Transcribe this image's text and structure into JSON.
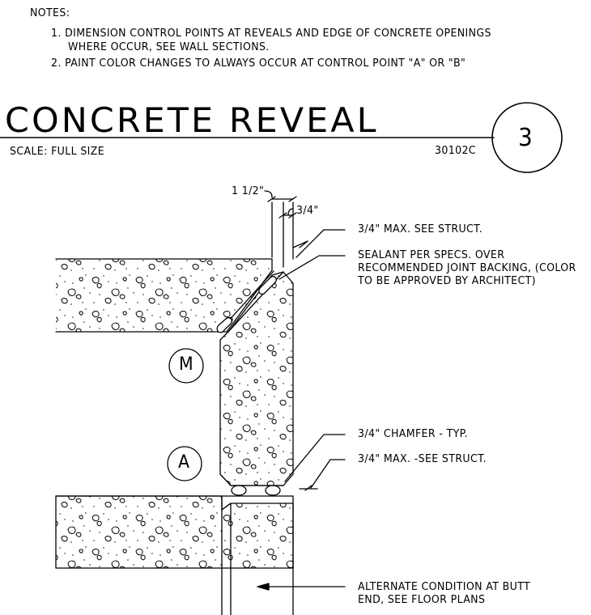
{
  "notes": {
    "heading": "NOTES:",
    "items": [
      "1. DIMENSION CONTROL POINTS AT REVEALS AND EDGE OF CONCRETE OPENINGS",
      "WHERE OCCUR, SEE WALL SECTIONS.",
      "2. PAINT COLOR CHANGES TO ALWAYS OCCUR AT CONTROL POINT \"A\" OR \"B\""
    ]
  },
  "title_block": {
    "title": "CONCRETE REVEAL",
    "scale": "SCALE: FULL SIZE",
    "code": "30102C",
    "detail_number": "3"
  },
  "dimensions": {
    "overall": "1 1/2\"",
    "inner": "3/4\""
  },
  "markers": {
    "m": "M",
    "a": "A"
  },
  "callouts": {
    "top_max": "3/4\" MAX. SEE STRUCT.",
    "sealant": [
      "SEALANT PER SPECS. OVER",
      "RECOMMENDED JOINT BACKING, (COLOR",
      "TO BE APPROVED BY ARCHITECT)"
    ],
    "chamfer": "3/4\" CHAMFER - TYP.",
    "bottom_max": "3/4\" MAX. -SEE STRUCT.",
    "alternate": [
      "ALTERNATE CONDITION AT BUTT",
      "END, SEE FLOOR PLANS"
    ]
  }
}
